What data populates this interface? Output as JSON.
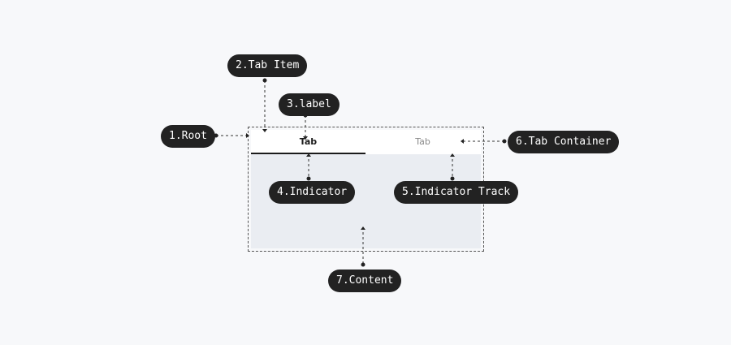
{
  "labels": {
    "root": "1.Root",
    "tab_item": "2.Tab Item",
    "label": "3.label",
    "indicator": "4.Indicator",
    "indicator_track": "5.Indicator Track",
    "tab_container": "6.Tab Container",
    "content": "7.Content"
  },
  "tabs": [
    {
      "label": "Tab",
      "active": true
    },
    {
      "label": "Tab",
      "active": false
    }
  ],
  "colors": {
    "background": "#f7f8fa",
    "pill": "#222222",
    "pill_text": "#ffffff",
    "content_area": "#eaedf2",
    "active_tab_text": "#1b1b1b",
    "inactive_tab_text": "#8a8a8a"
  }
}
